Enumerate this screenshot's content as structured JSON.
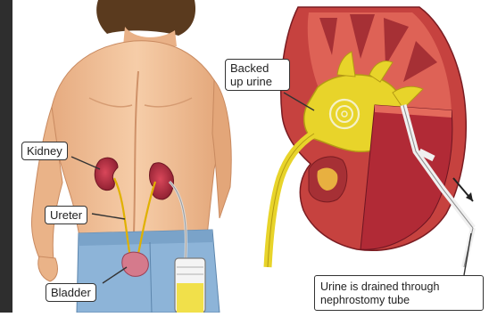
{
  "labels": {
    "kidney": "Kidney",
    "ureter": "Ureter",
    "bladder": "Bladder",
    "backed_up_urine_line1": "Backed",
    "backed_up_urine_line2": "up urine",
    "drained_line1": "Urine is drained through",
    "drained_line2": "nephrostomy tube"
  },
  "colors": {
    "skin": "#f2c29b",
    "skin_shadow": "#d89a70",
    "hair": "#5a3a1e",
    "pants": "#8db4d8",
    "kidney": "#b14452",
    "kidney_dark": "#7e1d2b",
    "urine": "#e8d42a",
    "callout_border": "#333333"
  }
}
